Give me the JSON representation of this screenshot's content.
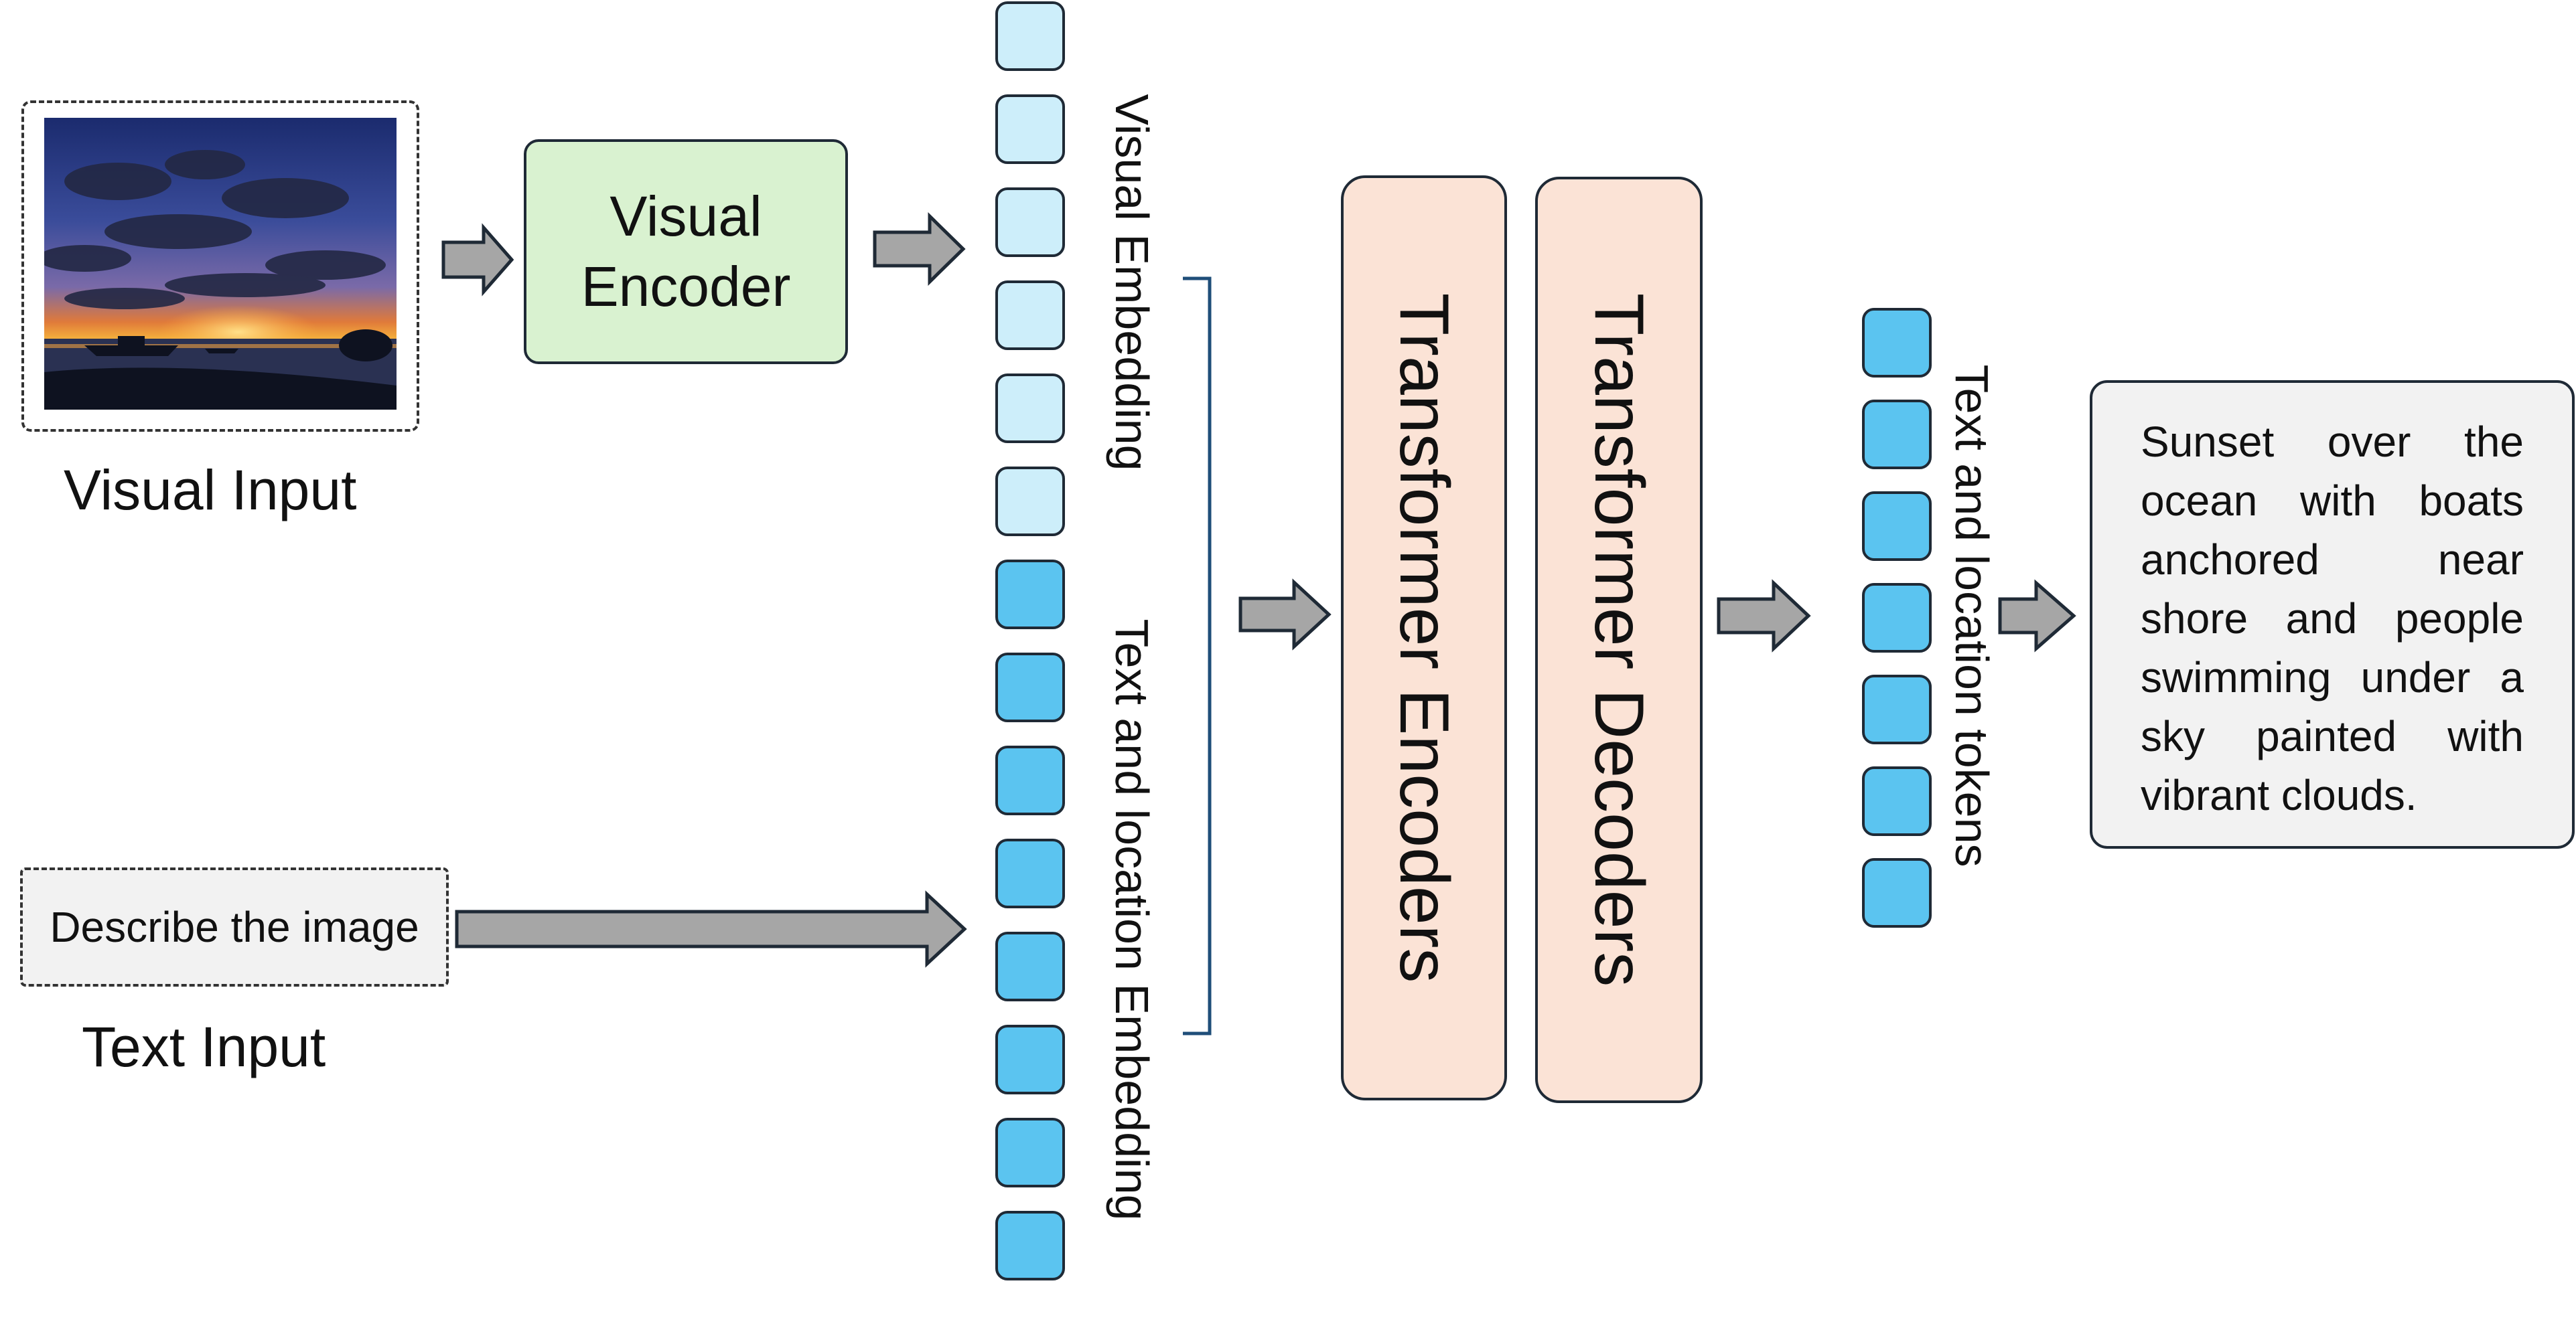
{
  "inputs": {
    "visual_label": "Visual Input",
    "text_prompt": "Describe the image",
    "text_label": "Text Input"
  },
  "encoder": {
    "line1": "Visual",
    "line2": "Encoder"
  },
  "embeddings": {
    "visual_label": "Visual Embedding",
    "text_label": "Text and location Embedding",
    "visual_count": 6,
    "text_count": 8
  },
  "transformer": {
    "encoders_label": "Transformer Encoders",
    "decoders_label": "Transformer Decoders"
  },
  "output": {
    "tokens_label": "Text and location  tokens",
    "tokens_count": 7,
    "caption": "Sunset over the ocean with boats anchored near shore and people swimming under a sky painted with vibrant clouds."
  },
  "colors": {
    "visual_token": "#cdeefa",
    "text_token": "#5bc4f0",
    "encoder_fill": "#d9f2d0",
    "transformer_fill": "#fbe3d6",
    "text_input_fill": "#f2f2f2",
    "caption_fill": "#f2f2f2",
    "arrow_fill": "#a6a6a6"
  },
  "icons": {
    "photo": "sunset-ocean-photo",
    "arrow": "right-arrow-icon"
  }
}
